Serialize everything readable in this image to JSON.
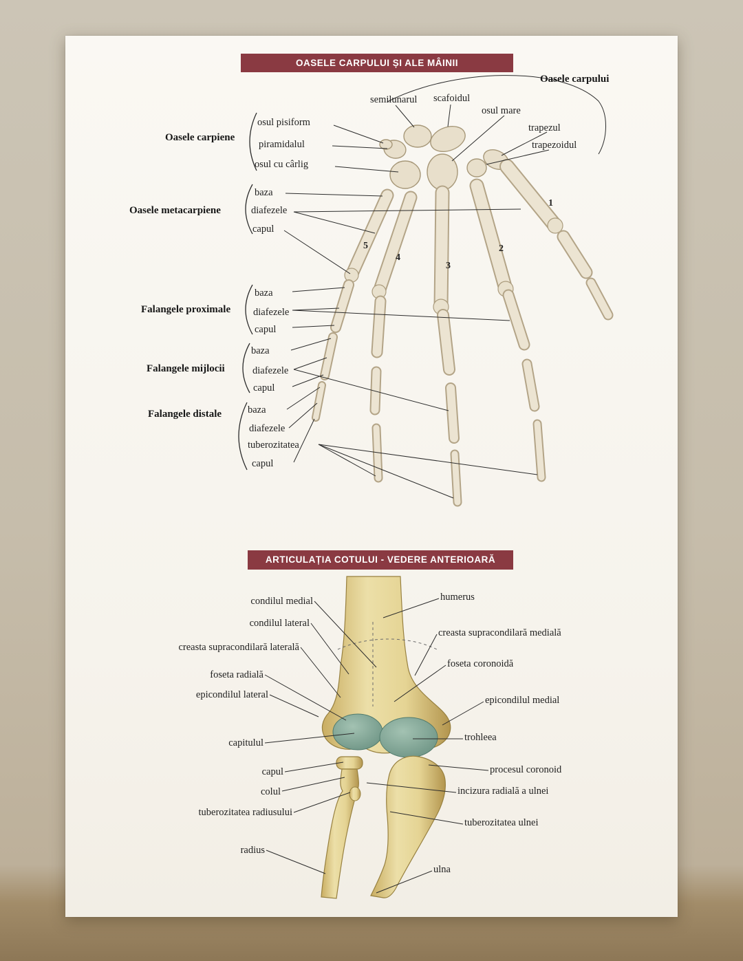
{
  "hand": {
    "title": "OASELE CARPULUI ȘI ALE MÂINII",
    "region_label": "Oasele carpului",
    "carpal_labels": {
      "semilunarul": "semilunarul",
      "scafoidul": "scafoidul",
      "osul_mare": "osul mare",
      "trapezul": "trapezul",
      "trapezoidul": "trapezoidul",
      "osul_pisiform": "osul pisiform",
      "piramidalul": "piramidalul",
      "osul_cu_carlig": "osul cu cârlig"
    },
    "groups": {
      "carpiene": {
        "label": "Oasele carpiene"
      },
      "metacarpiene": {
        "label": "Oasele metacarpiene",
        "parts": [
          "baza",
          "diafezele",
          "capul"
        ]
      },
      "proximale": {
        "label": "Falangele proximale",
        "parts": [
          "baza",
          "diafezele",
          "capul"
        ]
      },
      "mijlocii": {
        "label": "Falangele mijlocii",
        "parts": [
          "baza",
          "diafezele",
          "capul"
        ]
      },
      "distale": {
        "label": "Falangele distale",
        "parts": [
          "baza",
          "diafezele",
          "tuberozitatea",
          "capul"
        ]
      }
    },
    "metacarpal_numbers": [
      "1",
      "2",
      "3",
      "4",
      "5"
    ]
  },
  "elbow": {
    "title": "ARTICULAȚIA COTULUI - VEDERE ANTERIOARĂ",
    "labels_left": [
      "condilul medial",
      "condilul lateral",
      "creasta supracondilară laterală",
      "foseta radială",
      "epicondilul lateral",
      "capitulul",
      "capul",
      "colul",
      "tuberozitatea radiusului",
      "radius"
    ],
    "labels_right": [
      "humerus",
      "creasta supracondilară medială",
      "foseta coronoidă",
      "epicondilul medial",
      "trohleea",
      "procesul coronoid",
      "incizura radială a ulnei",
      "tuberozitatea ulnei",
      "ulna"
    ]
  },
  "colors": {
    "banner": "#8a3a42",
    "hand_bone": "#ece4d2",
    "elbow_bone": "#ddc87f",
    "cartilage": "#7da395"
  }
}
